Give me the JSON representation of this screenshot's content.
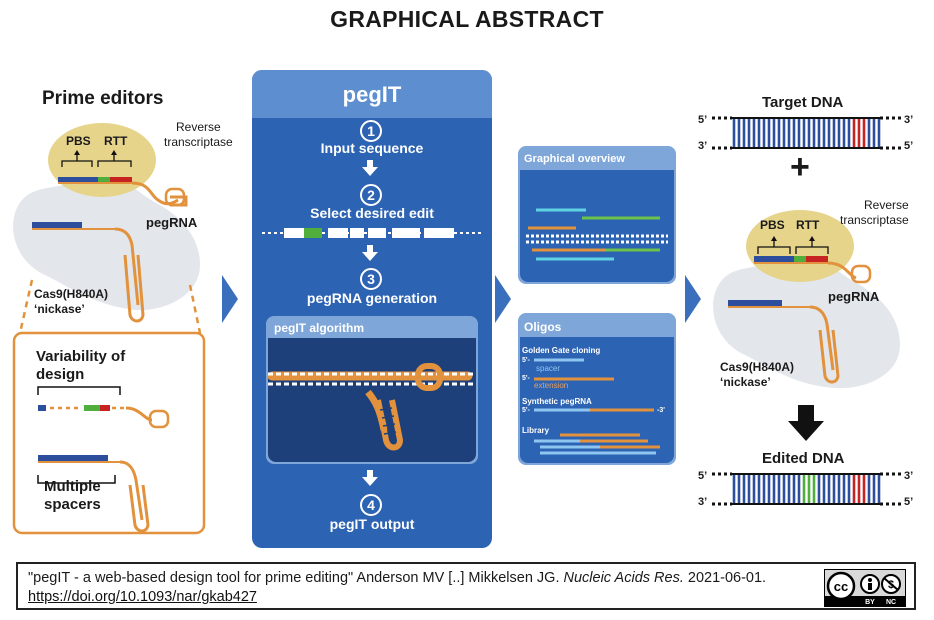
{
  "title": "GRAPHICAL ABSTRACT",
  "left": {
    "heading": "Prime editors",
    "pbs": "PBS",
    "rtt": "RTT",
    "reverse_transcriptase": "Reverse\ntranscriptase",
    "pegrna": "pegRNA",
    "cas9": "Cas9(H840A)\n‘nickase’",
    "variability": "Variability of\ndesign",
    "multiple": "Multiple\nspacers"
  },
  "center": {
    "header": "pegIT",
    "step1_num": "1",
    "step1": "Input sequence",
    "step2_num": "2",
    "step2": "Select desired edit",
    "step3_num": "3",
    "step3": "pegRNA generation",
    "algo_title": "pegIT algorithm",
    "step4_num": "4",
    "step4": "pegIT output"
  },
  "overview": {
    "graph_title": "Graphical overview",
    "oligos_title": "Oligos",
    "golden": "Golden Gate cloning",
    "spacer": "spacer",
    "extension": "extension",
    "synthetic": "Synthetic pegRNA",
    "library": "Library",
    "p5a": "5'-",
    "p5b": "5'-",
    "p5c": "5'-",
    "p3c": "-3'"
  },
  "right": {
    "target": "Target DNA",
    "plus": "+",
    "pbs": "PBS",
    "rtt": "RTT",
    "reverse_transcriptase": "Reverse\ntranscriptase",
    "pegrna": "pegRNA",
    "cas9": "Cas9(H840A)\n‘nickase’",
    "edited": "Edited DNA",
    "p5": "5’",
    "p3": "3’"
  },
  "caption": {
    "line1_a": "\"pegIT - a web-based design tool for prime editing\" Anderson MV [..] Mikkelsen JG. ",
    "line1_journal": "Nucleic Acids Res.",
    "line1_b": " 2021-06-01.",
    "line2": "https://doi.org/10.1093/nar/gkab427",
    "license": "cc BY NC"
  },
  "colors": {
    "panel_blue": "#2d63b3",
    "panel_header": "#5d8fd0",
    "light_blue": "#8eb3e0",
    "orange": "#e2913c",
    "tan": "#e6d48a",
    "gray_blob": "#e3e6ea",
    "dna_blue": "#2d4e9c",
    "dna_red": "#c82323",
    "dna_green": "#4fae3c",
    "cyan": "#5fd3e3",
    "green_line": "#6cc24a"
  }
}
